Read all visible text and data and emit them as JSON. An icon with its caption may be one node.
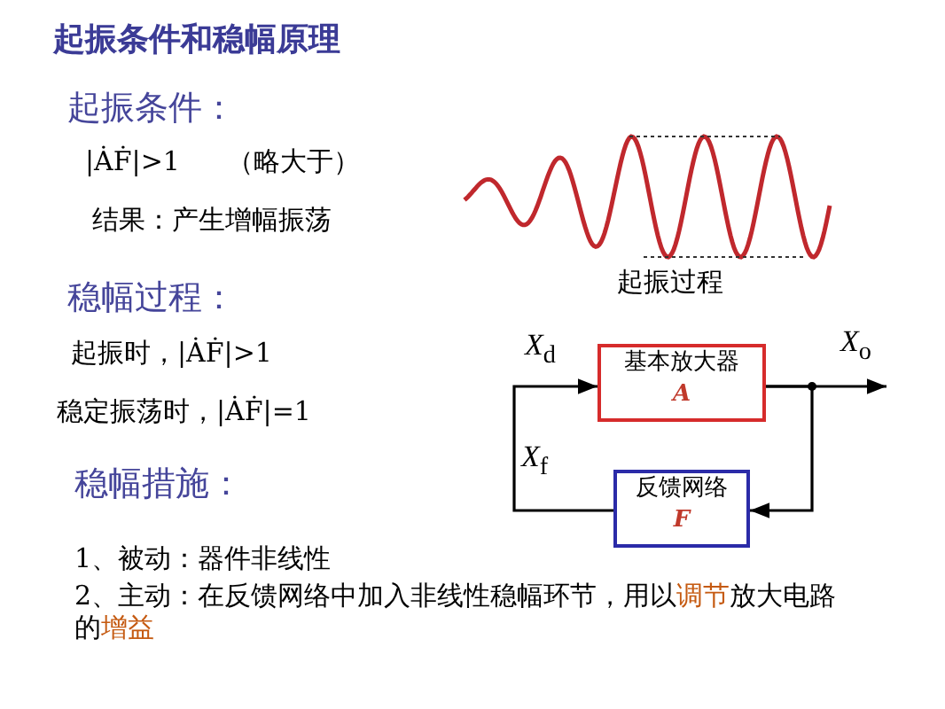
{
  "diagram": {
    "title": "起振条件和稳幅原理",
    "nodes": [
      {
        "text": [
          "基本放大器",
          "A"
        ]
      },
      {
        "text": [
          "反馈网络",
          "F"
        ]
      }
    ],
    "edges": [
      {
        "from": 1,
        "to": 0,
        "arrow": "to",
        "label": "*X*$_{f}$"
      },
      {
        "from": 0,
        "to": 1,
        "arrow": "to"
      },
      {
        "from": 0,
        "to": null,
        "arrow": "to",
        "label": "*X*$_{o}$"
      }
    ],
    "labels": [
      "起振条件：",
      "|ȦḞ|>1",
      "（略大于）",
      "结果：产生增幅振荡",
      "起振过程",
      "稳幅过程：",
      "*X*$_{d}$",
      "起振时，|ȦḞ|>1",
      "稳定振荡时，|ȦḞ|=1",
      "稳幅措施：",
      "1、被动：器件非线性",
      "2、主动：在反馈网络中加入非线性稳幅环节，用以**调节**放大电路的**增益**"
    ]
  }
}
